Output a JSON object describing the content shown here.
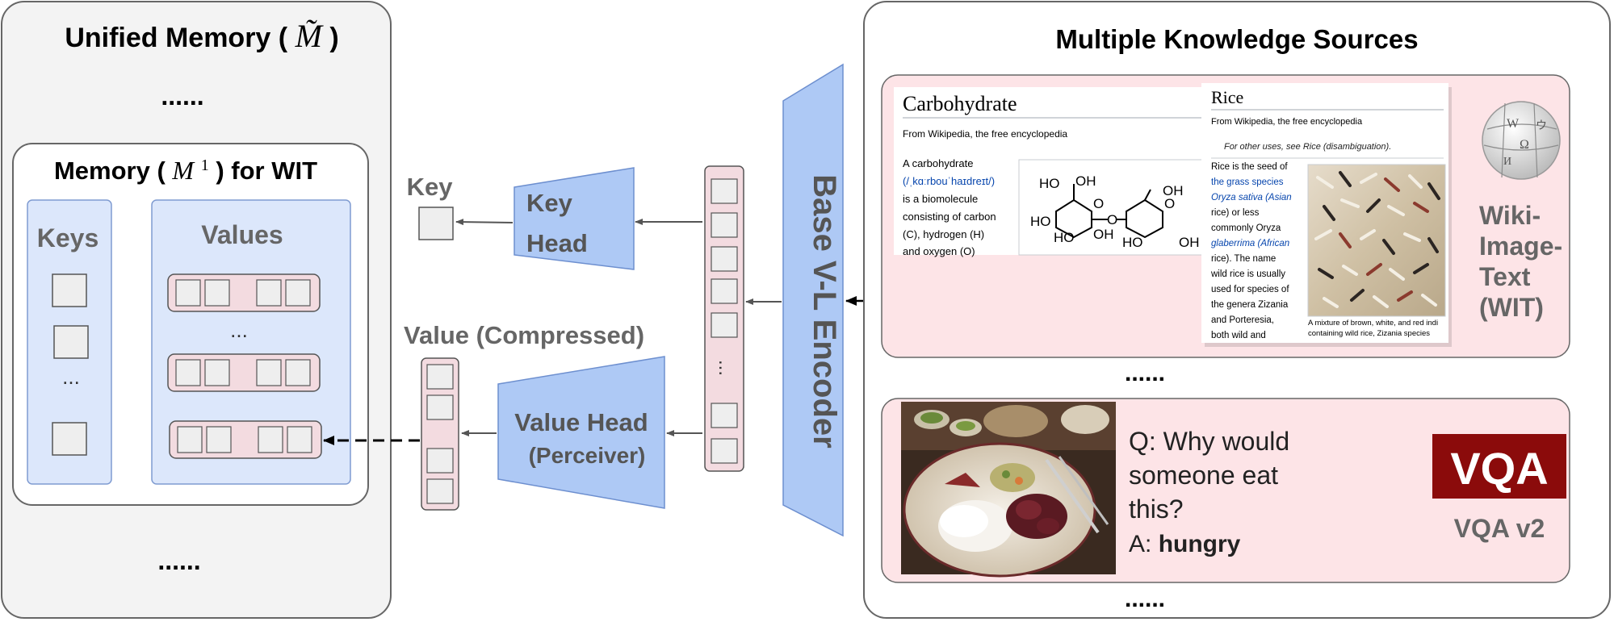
{
  "unified_memory": {
    "title_prefix": "Unified Memory (",
    "title_symbol": "M̃",
    "title_suffix": ")",
    "dots_top": "......",
    "dots_bottom": "......",
    "memory_box": {
      "title_prefix": "Memory (",
      "title_symbol": "M",
      "title_superscript": "1",
      "title_suffix": ") for WIT",
      "keys_label": "Keys",
      "values_label": "Values",
      "keys_ellipsis": "...",
      "values_ellipsis": "..."
    }
  },
  "pipeline": {
    "key_label": "Key",
    "key_head_line1": "Key",
    "key_head_line2": "Head",
    "value_compressed_label": "Value (Compressed)",
    "value_head_line1": "Value Head",
    "value_head_line2": "(Perceiver)",
    "token_ellipsis": "...",
    "encoder_label": "Base V-L Encoder"
  },
  "knowledge_sources": {
    "title": "Multiple Knowledge Sources",
    "dots_middle": "......",
    "dots_bottom": "......",
    "wit": {
      "label_line1": "Wiki-",
      "label_line2": "Image-",
      "label_line3": "Text",
      "label_line4": "(WIT)",
      "logo_icon": "wikipedia-globe-icon",
      "carbohydrate_page": {
        "title": "Carbohydrate",
        "subtitle": "From Wikipedia, the free encyclopedia",
        "body_lines": [
          "A carbohydrate",
          "(/ˌkɑːrbouˈhaɪdreɪt/)",
          "is a biomolecule",
          "consisting of carbon",
          "(C), hydrogen (H)",
          "and oxygen (O)"
        ],
        "molecule_labels": [
          "HO",
          "OH",
          "HO",
          "O",
          "OH",
          "HO",
          "O",
          "OH",
          "O",
          "HO",
          "OH"
        ]
      },
      "rice_page": {
        "title": "Rice",
        "subtitle": "From Wikipedia, the free encyclopedia",
        "other_uses": "For other uses, see Rice (disambiguation).",
        "body_lines": [
          "Rice is the seed of",
          "the grass species",
          "Oryza sativa (Asian",
          "rice) or less",
          "commonly Oryza",
          "glaberrima (African",
          "rice). The name",
          "wild rice is usually",
          "used for species of",
          "the genera Zizania",
          "and Porteresia,",
          "both wild and"
        ],
        "caption_line1": "A mixture of brown, white, and red indi",
        "caption_line2": "containing wild rice, Zizania species"
      }
    },
    "vqa": {
      "question_line1": "Q: Why would",
      "question_line2": "someone eat",
      "question_line3": "this?",
      "answer_prefix": "A: ",
      "answer": "hungry",
      "logo_text": "VQA",
      "label": "VQA v2"
    }
  },
  "colors": {
    "panel_bg": "#f3f3f3",
    "panel_stroke": "#666666",
    "blue_fill": "#aec9f5",
    "blue_stroke": "#6d8fcf",
    "pink_fill": "#f3dbe0",
    "pink_box": "#fde4e7",
    "slot_fill": "#eeeeee",
    "vqa_red": "#8b0b0b"
  }
}
